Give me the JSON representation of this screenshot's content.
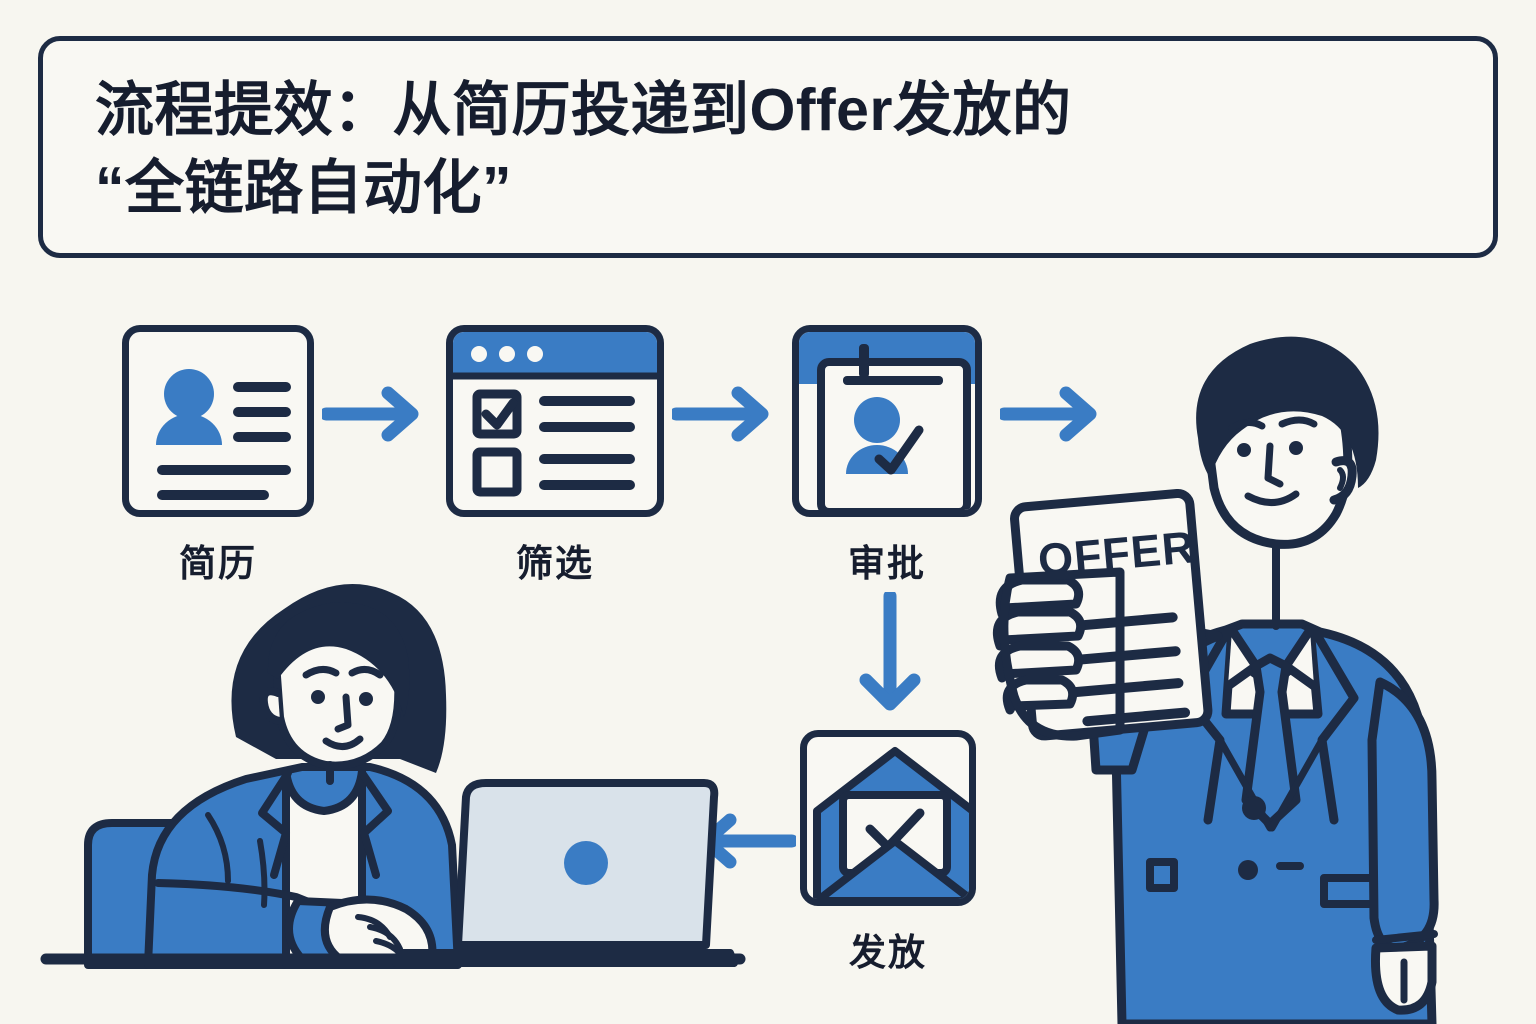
{
  "meta": {
    "kind": "infographic-illustration",
    "background_color": "#f7f6f0",
    "ink_color": "#1d2b44",
    "accent_blue": "#3a7cc4",
    "light_blue": "#d9e2ea"
  },
  "title_card": {
    "text": "流程提效：从简历投递到Offer发放的\n“全链路自动化”",
    "line1": "流程提效：从简历投递到Offer发放的",
    "line2": "“全链路自动化”",
    "border_color": "#1d2b44"
  },
  "flow": {
    "steps": [
      {
        "id": "resume",
        "label": "简历",
        "icon": "resume-card-icon"
      },
      {
        "id": "screen",
        "label": "筛选",
        "icon": "checklist-window-icon"
      },
      {
        "id": "approve",
        "label": "审批",
        "icon": "approval-badge-icon"
      },
      {
        "id": "issue",
        "label": "发放",
        "icon": "envelope-check-icon"
      }
    ],
    "connectors": [
      {
        "id": "arrow-resume-to-screen",
        "direction": "right",
        "glyph": "→"
      },
      {
        "id": "arrow-screen-to-approve",
        "direction": "right",
        "glyph": "→"
      },
      {
        "id": "arrow-approve-to-person",
        "direction": "right",
        "glyph": "→"
      },
      {
        "id": "arrow-approve-to-issue",
        "direction": "down",
        "glyph": "↓"
      },
      {
        "id": "arrow-issue-to-laptop",
        "direction": "left",
        "glyph": "←"
      }
    ]
  },
  "offer_paper": {
    "heading": "OFFER",
    "text_line_count": 4
  },
  "characters": {
    "recruiter": {
      "name": "woman-at-laptop",
      "description": "seated woman in blue blazer typing on laptop",
      "hair_color": "#1d2b44",
      "blazer_color": "#3a7cc4",
      "laptop_color": "#d9e2ea"
    },
    "candidate": {
      "name": "man-holding-offer",
      "description": "standing man in blue suit holding an OFFER letter",
      "suit_color": "#3a7cc4",
      "trouser_color": "#162338",
      "tie_color": "#3a7cc4"
    }
  }
}
